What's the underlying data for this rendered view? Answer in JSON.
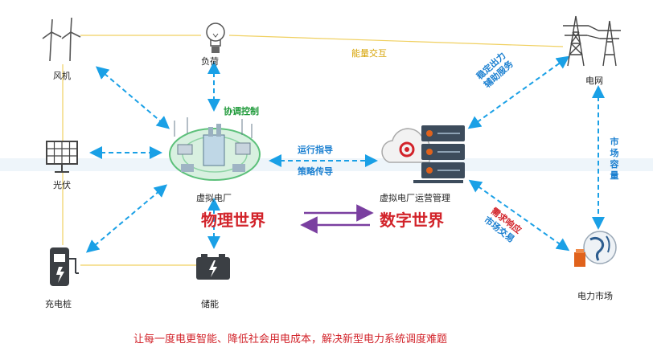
{
  "nodes": {
    "wind": "风机",
    "load": "负荷",
    "grid": "电网",
    "solar": "光伏",
    "vpp": "虚拟电厂",
    "vpp_ops": "虚拟电厂运营管理",
    "charger": "充电桩",
    "storage": "储能",
    "market": "电力市场"
  },
  "labels": {
    "energy_interaction": "能量交互",
    "coordination": "协调控制",
    "operation_guidance": "运行指导",
    "strategy_transfer": "策略传导",
    "stable_output": [
      "稳定出力",
      "辅助服务"
    ],
    "market_capacity": "市场容量",
    "demand_response": [
      "需求响应",
      "市场交易"
    ],
    "physical_world": "物理世界",
    "digital_world": "数字世界"
  },
  "slogan": "让每一度电更智能、降低社会用电成本，解决新型电力系统调度难题",
  "colors": {
    "arrow_blue": "#1aa0e6",
    "text_blue": "#1a7fd0",
    "text_red": "#d2232a",
    "text_green": "#1f9a3a",
    "energy_line": "#f0d060",
    "purple_arrow": "#7a3fa0"
  }
}
